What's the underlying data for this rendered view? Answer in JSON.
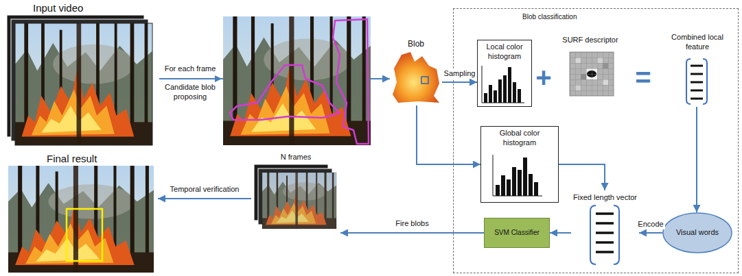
{
  "diagram": {
    "nodes": [
      {
        "text": [
          "Input video"
        ]
      },
      {
        "text": [
          "Blob"
        ]
      },
      {
        "text": [
          "Blob classification"
        ]
      },
      {
        "text": [
          "Local color histogram"
        ],
        "in": 2
      },
      {
        "text": [
          "SURF descriptor"
        ],
        "in": 2
      },
      {
        "text": [
          "Combined local feature"
        ],
        "in": 2
      },
      {
        "text": [
          "Global color histogram"
        ],
        "in": 2
      },
      {
        "text": [
          "Fixed length vector"
        ],
        "in": 2
      },
      {
        "text": [
          "Visual words"
        ],
        "in": 2
      },
      {
        "text": [
          "SVM Classifier"
        ],
        "in": 2
      },
      {
        "text": [
          "N frames"
        ]
      },
      {
        "text": [
          "Final result"
        ]
      }
    ],
    "edges": [
      {
        "from": 0,
        "to": 1,
        "arrow": "to"
      },
      {
        "from": 1,
        "to": 3,
        "label": "Sampling",
        "arrow": "to"
      },
      {
        "from": 1,
        "to": 6,
        "arrow": "to"
      },
      {
        "from": 5,
        "to": 8,
        "arrow": "to"
      },
      {
        "from": 6,
        "to": 7,
        "arrow": "to"
      },
      {
        "from": 8,
        "to": 7,
        "label": "Encode",
        "arrow": "to"
      },
      {
        "from": 7,
        "to": 9,
        "arrow": "to"
      },
      {
        "from": 9,
        "to": 10,
        "label": "Fire blobs",
        "arrow": "to"
      },
      {
        "from": 10,
        "to": 11,
        "label": "Temporal verification",
        "arrow": "to"
      }
    ],
    "labels": [
      "For each frame",
      "Candidate blob proposing",
      "+",
      "="
    ]
  }
}
